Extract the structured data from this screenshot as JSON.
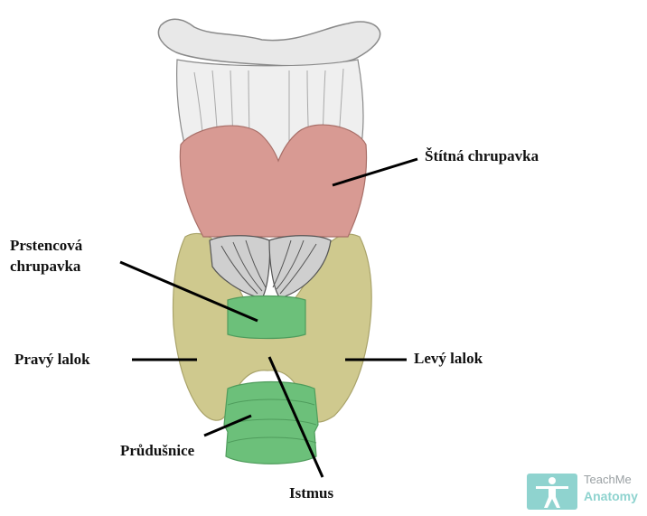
{
  "labels": {
    "thyroid_cartilage": "Štítná chrupavka",
    "cricoid_line1": "Prstencová",
    "cricoid_line2": "chrupavka",
    "right_lobe": "Pravý lalok",
    "left_lobe": "Levý lalok",
    "trachea": "Průdušnice",
    "isthmus": "Istmus"
  },
  "logo": {
    "line1": "TeachMe",
    "line2": "Anatomy"
  },
  "colors": {
    "thyroid_cartilage": "#d89a93",
    "thyroid_gland": "#cfc98e",
    "cricoid_trachea": "#6cc07a",
    "hyoid_bone": "#e6e6e6",
    "logo_accent": "#8fd3cf"
  }
}
